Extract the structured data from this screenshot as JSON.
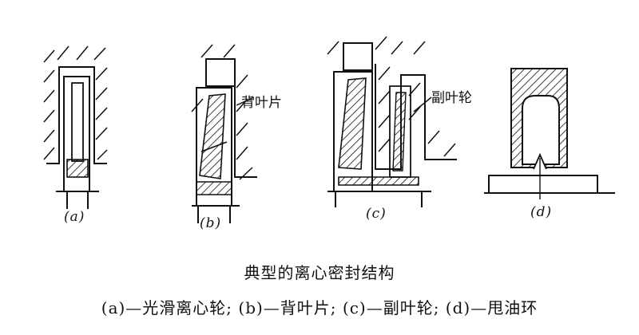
{
  "figure": {
    "title": "典型的离心密封结构",
    "subfigures": [
      {
        "label": "(a)"
      },
      {
        "label": "(b)"
      },
      {
        "label": "(c)"
      },
      {
        "label": "(d)"
      }
    ],
    "callouts": {
      "back_vane": "背叶片",
      "auxiliary_impeller": "副叶轮"
    },
    "legend": "(a)—光滑离心轮; (b)—背叶片; (c)—副叶轮; (d)—甩油环"
  }
}
